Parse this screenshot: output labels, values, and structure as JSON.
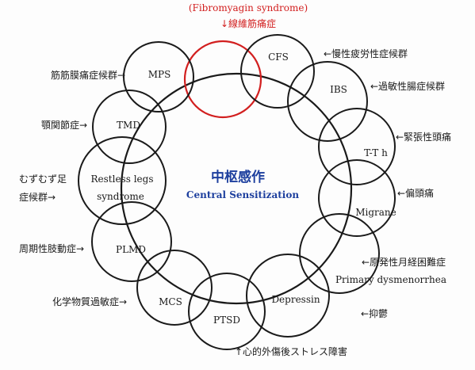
{
  "diagram": {
    "title_top": "(Fibromyagin   syndrome)",
    "title_top_jp": "↓線維筋痛症",
    "center_jp": "中枢感作",
    "center_en": "Central Sensitization",
    "nodes": [
      {
        "id": "fms",
        "label": ""
      },
      {
        "id": "cfs",
        "label": "CFS"
      },
      {
        "id": "ibs",
        "label": "IBS"
      },
      {
        "id": "tth",
        "label": "T-T h"
      },
      {
        "id": "migrane",
        "label": "Migrane"
      },
      {
        "id": "dysmen",
        "label": "Primary  dysmenorrhea"
      },
      {
        "id": "depress",
        "label": "Depressin"
      },
      {
        "id": "ptsd",
        "label": "PTSD"
      },
      {
        "id": "mcs",
        "label": "MCS"
      },
      {
        "id": "plmd",
        "label": "PLMD"
      },
      {
        "id": "rls",
        "label": "Restless legs syndrome",
        "line1": "Restless legs",
        "line2": "syndrome"
      },
      {
        "id": "tmd",
        "label": "TMD"
      },
      {
        "id": "mps",
        "label": "MPS"
      }
    ],
    "annotations": {
      "cfs": "←慢性疲労性症候群",
      "ibs": "←過敏性腸症候群",
      "tth": "←緊張性頭痛",
      "migrane": "←偏頭痛",
      "dysmen": "←原発性月経困難症",
      "depress": "←抑鬱",
      "ptsd": "↑心的外傷後ストレス障害",
      "mcs": "化学物質過敏症→",
      "plmd": "周期性肢動症→",
      "rls_1": "むずむず足",
      "rls_2": "症候群→",
      "tmd": "顎関節症→",
      "mps": "筋筋膜痛症候群→"
    },
    "colors": {
      "ring": "#1a1a1a",
      "highlight": "#d21f1f",
      "center_jp": "#1d3f9e",
      "center_en": "#1d3f9e"
    }
  }
}
